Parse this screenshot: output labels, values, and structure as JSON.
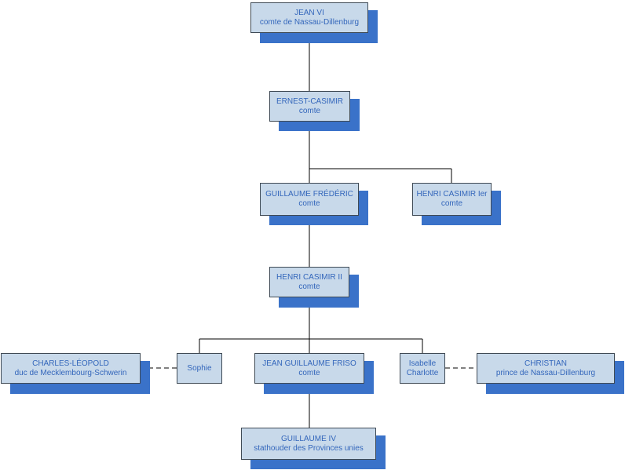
{
  "nodes": {
    "jean_vi": {
      "name": "JEAN VI",
      "title": "comte de Nassau-Dillenburg"
    },
    "ernest_casimir": {
      "name": "ERNEST-CASIMIR",
      "title": "comte"
    },
    "guillaume_frederic": {
      "name": "GUILLAUME FRÉDÉRIC",
      "title": "comte"
    },
    "henri_casimir_1": {
      "name": "HENRI CASIMIR Ier",
      "title": "comte"
    },
    "henri_casimir_2": {
      "name": "HENRI CASIMIR II",
      "title": "comte"
    },
    "charles_leopold": {
      "name": "CHARLES-LÉOPOLD",
      "title": "duc de Mecklembourg-Schwerin"
    },
    "sophie": {
      "name": "Sophie"
    },
    "jean_guillaume_friso": {
      "name": "JEAN GUILLAUME FRISO",
      "title": "comte"
    },
    "isabelle_charlotte": {
      "name": "Isabelle",
      "title": "Charlotte"
    },
    "christian": {
      "name": "CHRISTIAN",
      "title": "prince de Nassau-Dillenburg"
    },
    "guillaume_iv": {
      "name": "GUILLAUME IV",
      "title": "stathouder des Provinces unies"
    }
  },
  "colors": {
    "box_fill": "#c8d9ea",
    "box_border": "#3f4a55",
    "shadow": "#3a72c9",
    "text": "#3366bb",
    "line": "#000000"
  }
}
